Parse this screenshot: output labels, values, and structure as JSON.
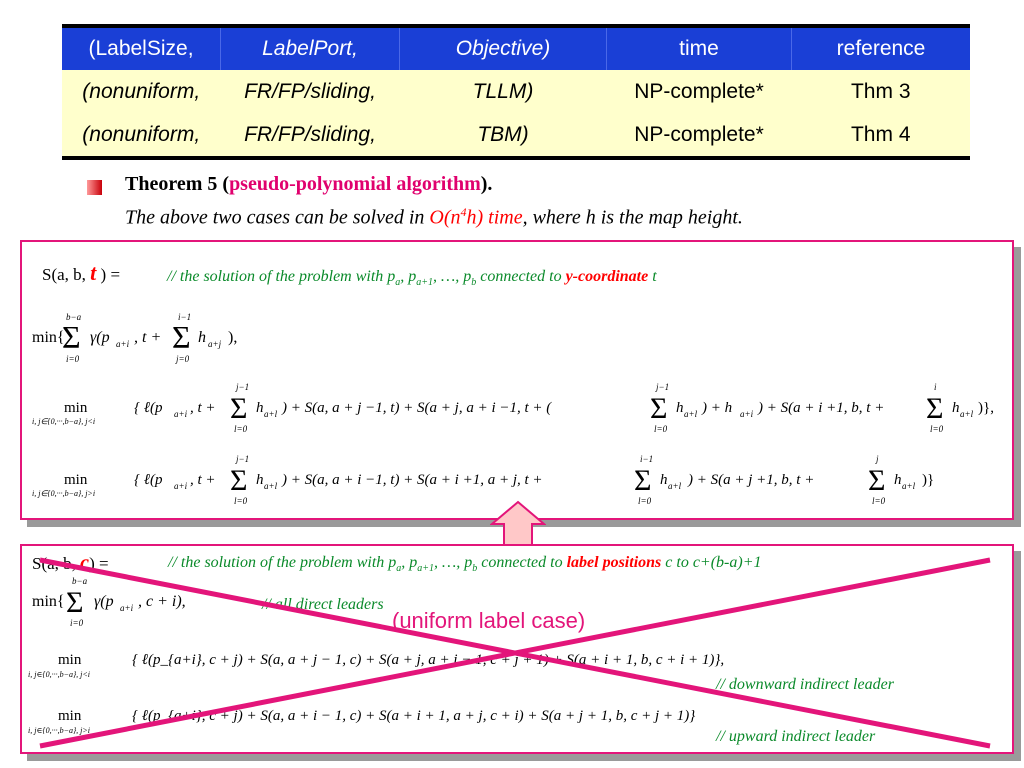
{
  "table": {
    "header": [
      "(LabelSize,",
      "LabelPort,",
      "Objective)",
      "time",
      "reference"
    ],
    "rows": [
      [
        "(nonuniform,",
        "FR/FP/sliding,",
        "TLLM)",
        "NP-complete*",
        "Thm 3"
      ],
      [
        "(nonuniform,",
        "FR/FP/sliding,",
        "TBM)",
        "NP-complete*",
        "Thm 4"
      ]
    ]
  },
  "theorem": {
    "title_prefix": "Theorem 5 (",
    "title_highlight": "pseudo-polynomial algorithm",
    "title_suffix": ").",
    "body_prefix": "The above two cases can be solved in ",
    "body_highlight": "O(n",
    "body_sup": "4",
    "body_highlight_end": "h) time",
    "body_suffix": ", where h is the map height."
  },
  "box1": {
    "def_lhs": "S(a, b, ",
    "def_var": "t",
    "def_end": " ) =",
    "comment": "// the solution of the problem with p",
    "comment_sub_a": "a",
    "comment_mid": ", p",
    "comment_sub_a1": "a+1",
    "comment_mid2": ",  …, p",
    "comment_sub_b": "b",
    "comment_mid3": " connected to ",
    "comment_bold": "y-coordinate",
    "comment_end": " t",
    "line1": "min{Σ γ(p_{a+i}, t + Σ h_{a+j}),",
    "line2": "min { ℓ(p_{a+i}, t + Σ h_{a+l}) + S(a, a + j − 1, t) + S(a + j, a + i − 1, t + (Σ h_{a+l}) + h_{a+i}) + S(a + i + 1, b, t + Σ h_{a+l})},",
    "line3": "min { ℓ(p_{a+i}, t + Σ h_{a+l}) + S(a, a + i − 1, t) + S(a + i + 1, a + j, t + Σ h_{a+l}) + S(a + j + 1, b, t + Σ h_{a+l})}"
  },
  "box2": {
    "def_lhs": "S(a, b, ",
    "def_var": "c",
    "def_end": ") =",
    "comment": "// the solution of the problem with p",
    "comment_sub_a": "a",
    "comment_mid": ", p",
    "comment_sub_a1": "a+1",
    "comment_mid2": ",  …, p",
    "comment_sub_b": "b",
    "comment_mid3": " connected to ",
    "comment_bold": "label positions",
    "comment_end": " c to c+(b-a)+1",
    "line1": "min{Σ γ(p_{a+i}, c + i),",
    "line1_comment": "// all direct leaders",
    "line2": "{ ℓ(p_{a+i}, c + j) + S(a, a + j − 1, c) + S(a + j, a + i − 1, c + j + 1) + S(a + i + 1, b, c + i + 1)},",
    "line2_comment": "// downward indirect leader",
    "line3": "{ ℓ(p_{a+i}, c + j) + S(a, a + i − 1, c) + S(a + i + 1, a + j, c + i) + S(a + j + 1, b, c + j + 1)}",
    "line3_comment": "// upward indirect leader",
    "overlay_label": "(uniform label case)"
  },
  "colors": {
    "accent": "#e3157a",
    "header_blue": "#1a3fd6",
    "row_yellow": "#ffffcc",
    "comment_green": "#0a8a2a"
  }
}
